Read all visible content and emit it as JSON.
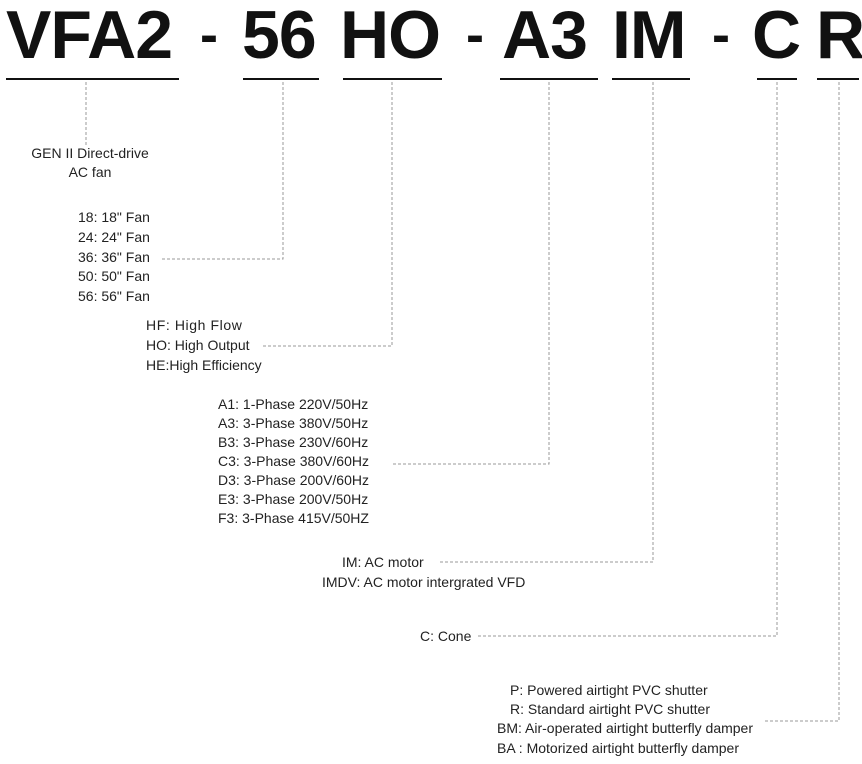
{
  "model_code": {
    "segments": [
      {
        "id": "series",
        "text": "VFA2"
      },
      {
        "id": "size",
        "text": "56"
      },
      {
        "id": "flow",
        "text": "HO"
      },
      {
        "id": "voltage",
        "text": "A3"
      },
      {
        "id": "motor",
        "text": "IM"
      },
      {
        "id": "cone",
        "text": "C"
      },
      {
        "id": "shutter",
        "text": "R"
      }
    ],
    "separator": "-"
  },
  "groups": {
    "series": [
      "GEN II Direct-drive",
      "AC fan"
    ],
    "size": [
      "18: 18\" Fan",
      "24: 24\" Fan",
      "36: 36\" Fan",
      "50: 50\" Fan",
      "56: 56\" Fan"
    ],
    "flow": [
      "HF: High Flow",
      "HO: High Output",
      "HE:High Efficiency"
    ],
    "voltage": [
      "A1:  1-Phase 220V/50Hz",
      "A3:  3-Phase 380V/50Hz",
      "B3:  3-Phase 230V/60Hz",
      "C3:  3-Phase 380V/60Hz",
      "D3:  3-Phase 200V/60Hz",
      "E3:  3-Phase 200V/50Hz",
      "F3:  3-Phase 415V/50HZ"
    ],
    "motor": [
      "IM: AC motor",
      "IMDV: AC motor intergrated VFD"
    ],
    "cone": [
      "C: Cone"
    ],
    "shutter": [
      "P: Powered airtight PVC shutter",
      "R: Standard airtight PVC shutter",
      "BM: Air-operated airtight butterfly damper",
      "BA : Motorized airtight butterfly damper"
    ]
  },
  "colors": {
    "code_text": "#111111",
    "label_text": "#222222",
    "connector": "#9a9a9a"
  }
}
